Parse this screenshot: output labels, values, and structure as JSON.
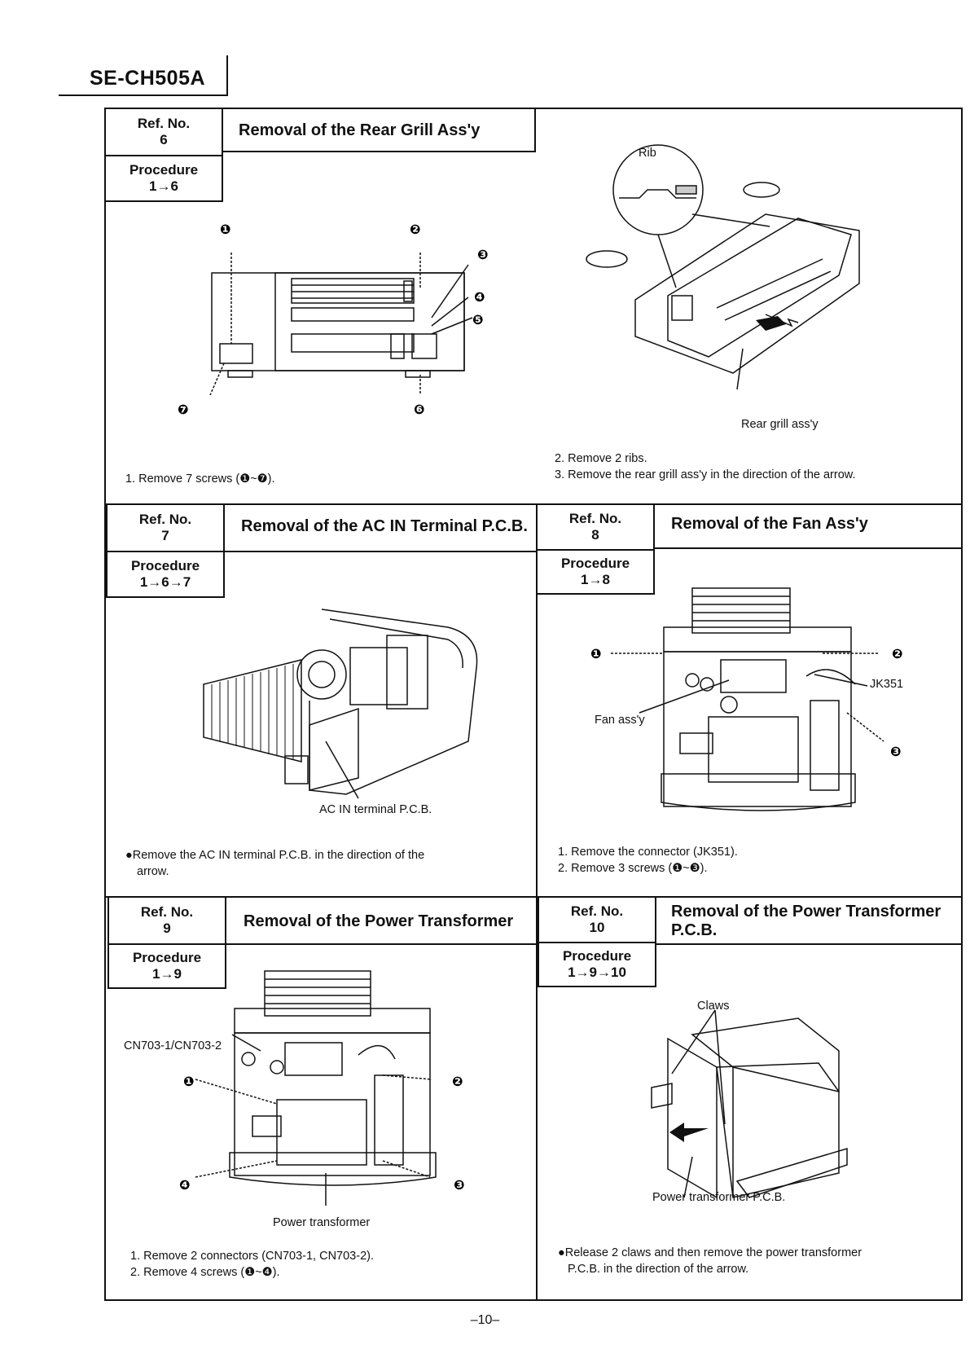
{
  "header": {
    "model": "SE-CH505A"
  },
  "labels": {
    "ref_no": "Ref. No.",
    "procedure": "Procedure"
  },
  "sections": {
    "s6": {
      "ref": "6",
      "procedure": "1→6",
      "title": "Removal of the Rear Grill Ass'y",
      "steps": [
        "1. Remove 7 screws (❶~❼).",
        "2. Remove 2 ribs.",
        "3. Remove the rear grill ass'y in the direction of the arrow."
      ],
      "callouts": {
        "rib": "Rib",
        "rear_grill": "Rear grill ass'y"
      }
    },
    "s7": {
      "ref": "7",
      "procedure": "1→6→7",
      "title": "Removal of the AC IN Terminal P.C.B.",
      "steps": [
        "●Remove the AC IN terminal P.C.B. in the direction of the",
        "arrow."
      ],
      "callouts": {
        "pcb": "AC IN terminal P.C.B."
      }
    },
    "s8": {
      "ref": "8",
      "procedure": "1→8",
      "title": "Removal of the Fan Ass'y",
      "steps": [
        "1. Remove the connector (JK351).",
        "2. Remove 3 screws (❶~❸)."
      ],
      "callouts": {
        "fan": "Fan ass'y",
        "jk": "JK351"
      }
    },
    "s9": {
      "ref": "9",
      "procedure": "1→9",
      "title": "Removal of the Power Transformer",
      "steps": [
        "1. Remove 2 connectors (CN703-1, CN703-2).",
        "2. Remove 4 screws (❶~❹)."
      ],
      "callouts": {
        "cn": "CN703-1/CN703-2",
        "pt": "Power transformer"
      }
    },
    "s10": {
      "ref": "10",
      "procedure": "1→9→10",
      "title": "Removal of the Power Transformer P.C.B.",
      "steps": [
        "●Release 2 claws and then remove the power transformer",
        "P.C.B. in the direction of the arrow."
      ],
      "callouts": {
        "claws": "Claws",
        "ptpcb": "Power transformer P.C.B."
      }
    }
  },
  "screws": [
    "❶",
    "❷",
    "❸",
    "❹",
    "❺",
    "❻",
    "❼"
  ],
  "footer": {
    "page": "–10–"
  }
}
